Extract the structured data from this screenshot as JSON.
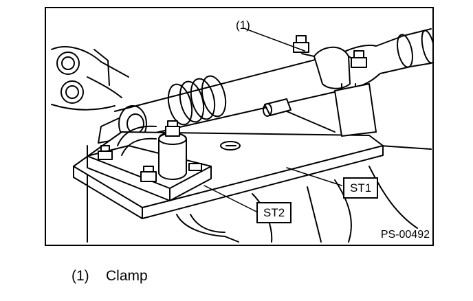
{
  "figure": {
    "callout_clamp": "(1)",
    "callout_st1": "ST1",
    "callout_st2": "ST2",
    "figure_id": "PS-00492"
  },
  "legend": {
    "items": [
      {
        "number": "(1)",
        "label": "Clamp"
      }
    ]
  },
  "colors": {
    "line": "#000000",
    "background": "#ffffff"
  }
}
